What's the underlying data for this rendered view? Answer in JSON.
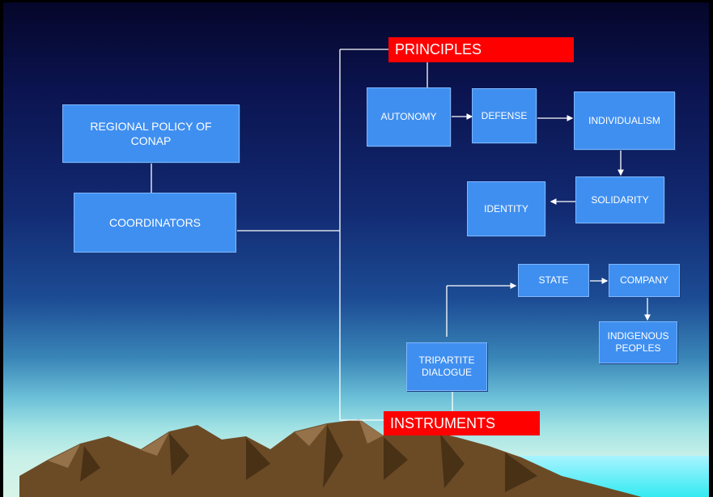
{
  "diagram": {
    "title_box": "REGIONAL POLICY OF\nCONAP",
    "coordinators": "COORDINATORS",
    "principles_label": "PRINCIPLES",
    "instruments_label": "INSTRUMENTS",
    "principles": {
      "autonomy": "AUTONOMY",
      "defense": "DEFENSE",
      "individualism": "INDIVIDUALISM",
      "solidarity": "SOLIDARITY",
      "identity": "IDENTITY"
    },
    "instruments": {
      "tripartite": "TRIPARTITE\nDIALOGUE",
      "state": "STATE",
      "company": "COMPANY",
      "indigenous": "INDIGENOUS\nPEOPLES"
    }
  },
  "colors": {
    "box_fill": "#3f8ff0",
    "label_fill": "#ff0000",
    "line": "#ffffff"
  }
}
